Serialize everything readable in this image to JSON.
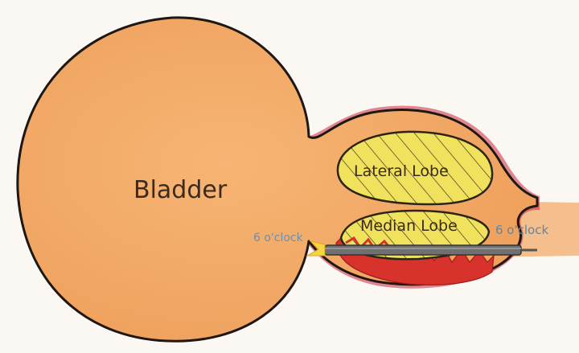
{
  "labels": {
    "bladder": "Bladder",
    "lateral_lobe": "Lateral Lobe",
    "median_lobe": "Median Lobe",
    "clock_left": "6 o'clock",
    "clock_right": "6 o'clock"
  },
  "colors": {
    "tissue": "#f2a766",
    "outline": "#1f1712",
    "lobe_fill": "#f1e25e",
    "vessel": "#cc2a2a",
    "instrument": "#6b6b6b",
    "label_blue": "#5f86a6"
  }
}
